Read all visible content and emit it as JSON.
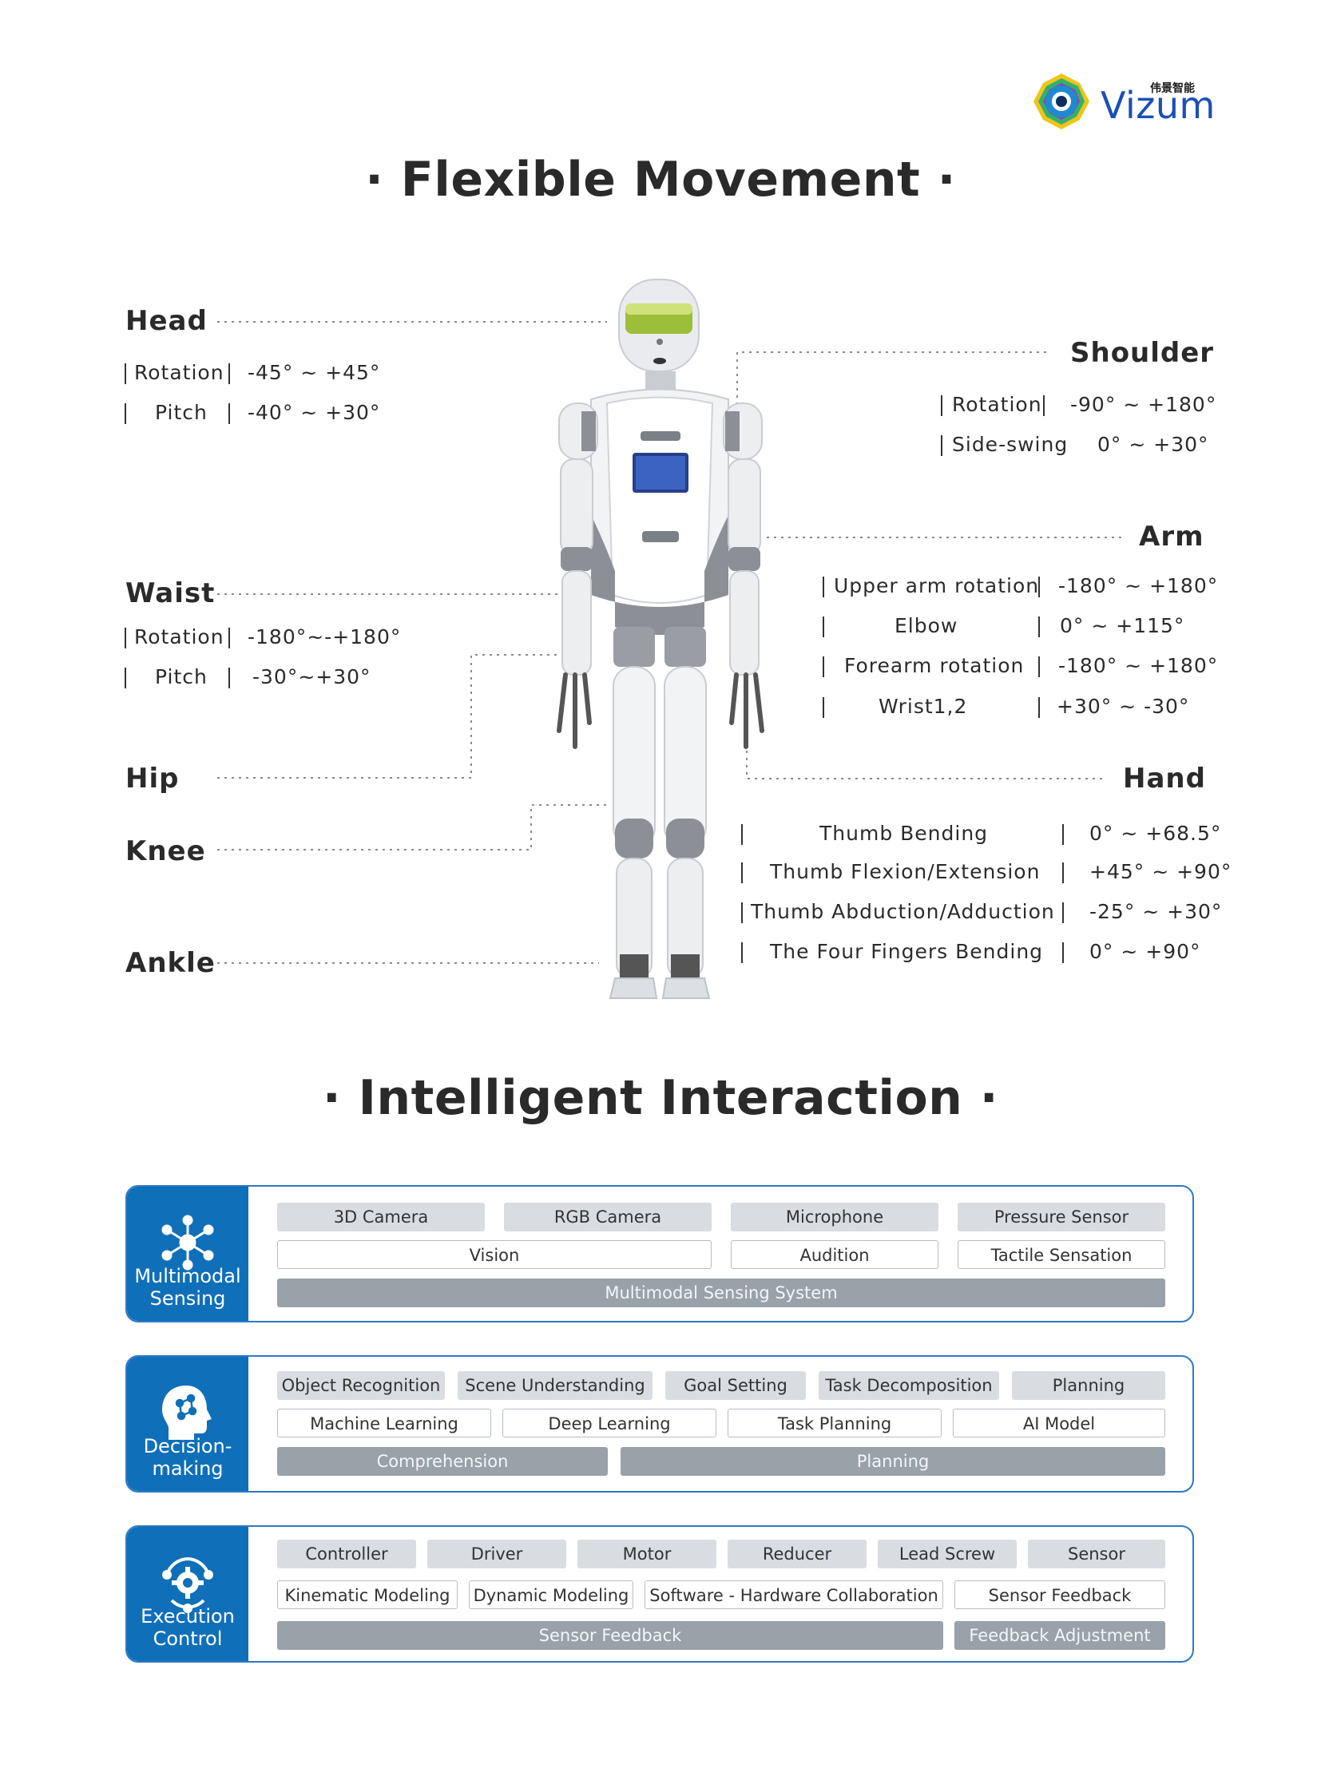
{
  "brand": {
    "name": "Vizum",
    "name_cn": "伟景智能"
  },
  "movement": {
    "title": "· Flexible Movement ·",
    "head": {
      "label": "Head",
      "rows": [
        {
          "k": "Rotation",
          "v": "-45° ~ +45°"
        },
        {
          "k": "Pitch",
          "v": "-40° ~ +30°"
        }
      ]
    },
    "waist": {
      "label": "Waist",
      "rows": [
        {
          "k": "Rotation",
          "v": "-180°~-+180°"
        },
        {
          "k": "Pitch",
          "v": "-30°~+30°"
        }
      ]
    },
    "hip": {
      "label": "Hip"
    },
    "knee": {
      "label": "Knee"
    },
    "ankle": {
      "label": "Ankle"
    },
    "shoulder": {
      "label": "Shoulder",
      "rows": [
        {
          "k": "Rotation",
          "v": "-90° ~  +180°"
        },
        {
          "k": "Side-swing",
          "v": "0° ~ +30°"
        }
      ]
    },
    "arm": {
      "label": "Arm",
      "rows": [
        {
          "k": "Upper arm rotation",
          "v": "-180°  ~ +180°"
        },
        {
          "k": "Elbow",
          "v": "0° ~ +115°"
        },
        {
          "k": "Forearm rotation",
          "v": "-180°  ~ +180°"
        },
        {
          "k": "Wrist1,2",
          "v": "+30°  ~ -30°"
        }
      ]
    },
    "hand": {
      "label": "Hand",
      "rows": [
        {
          "k": "Thumb Bending",
          "v": "0° ~ +68.5°"
        },
        {
          "k": "Thumb Flexion/Extension",
          "v": "+45° ~ +90°"
        },
        {
          "k": "Thumb Abduction/Adduction",
          "v": "-25° ~ +30°"
        },
        {
          "k": "The Four Fingers Bending",
          "v": "0° ~ +90°"
        }
      ]
    }
  },
  "interaction": {
    "title": "· Intelligent Interaction ·",
    "sensing": {
      "title_1": "Multimodal",
      "title_2": "Sensing",
      "row1": [
        "3D Camera",
        "RGB Camera",
        "Microphone",
        "Pressure Sensor"
      ],
      "row2": [
        "Vision",
        "Audition",
        "Tactile Sensation"
      ],
      "row3": [
        "Multimodal Sensing System"
      ]
    },
    "decision": {
      "title_1": "Decision-",
      "title_2": "making",
      "row1": [
        "Object Recognition",
        "Scene Understanding",
        "Goal Setting",
        "Task Decomposition",
        "Planning"
      ],
      "row2": [
        "Machine Learning",
        "Deep Learning",
        "Task Planning",
        "AI Model"
      ],
      "row3": [
        "Comprehension",
        "Planning"
      ]
    },
    "execution": {
      "title_1": "Execution",
      "title_2": "Control",
      "row1": [
        "Controller",
        "Driver",
        "Motor",
        "Reducer",
        "Lead Screw",
        "Sensor"
      ],
      "row2": [
        "Kinematic Modeling",
        "Dynamic Modeling",
        "Software - Hardware Collaboration",
        "Sensor Feedback"
      ],
      "row3": [
        "Sensor Feedback",
        "Feedback Adjustment"
      ]
    }
  }
}
